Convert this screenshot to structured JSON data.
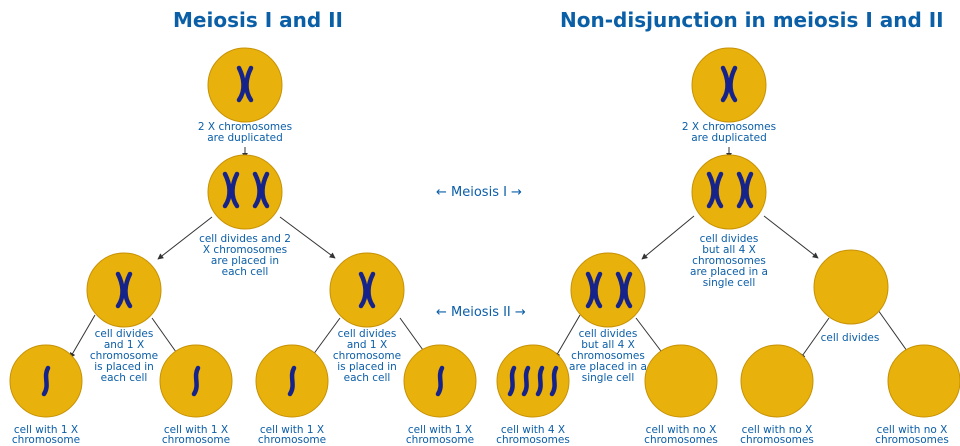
{
  "left_title": "Meiosis I and II",
  "right_title": "Non-disjunction in meiosis I and II",
  "meiosis_1_label": "← Meiosis I →",
  "meiosis_2_label": "← Meiosis II →",
  "left": {
    "top_caption": "2 X chromosomes\nare duplicated",
    "split_caption": "cell divides and 2\nX chromosomes\nare placed in\neach cell",
    "left_child_caption": "cell divides\nand 1 X\nchromosome\nis placed in\neach cell",
    "right_child_caption": "cell divides\nand 1 X\nchromosome\nis placed in\neach cell",
    "bottom_labels": [
      "cell with 1 X\nchromosome",
      "cell with 1 X\nchromosome",
      "cell with 1 X\nchromosome",
      "cell with 1 X\nchromosome"
    ]
  },
  "right": {
    "top_caption": "2 X chromosomes\nare duplicated",
    "split_caption": "cell divides\nbut all 4 X\nchromosomes\nare placed in a\nsingle cell",
    "left_child_caption": "cell divides\nbut all 4 X\nchromosomes\nare placed in a\nsingle cell",
    "right_child_caption": "cell divides",
    "bottom_labels": [
      "cell with 4 X\nchromosomes",
      "cell with no X\nchromosomes",
      "cell with no X\nchromosomes",
      "cell with no X\nchromosomes"
    ]
  },
  "colors": {
    "cell_fill": "#e8b10b",
    "cell_stroke": "#c79206",
    "chromosome": "#16238a",
    "text": "#0b5ea8",
    "title": "#0a5fa6"
  }
}
